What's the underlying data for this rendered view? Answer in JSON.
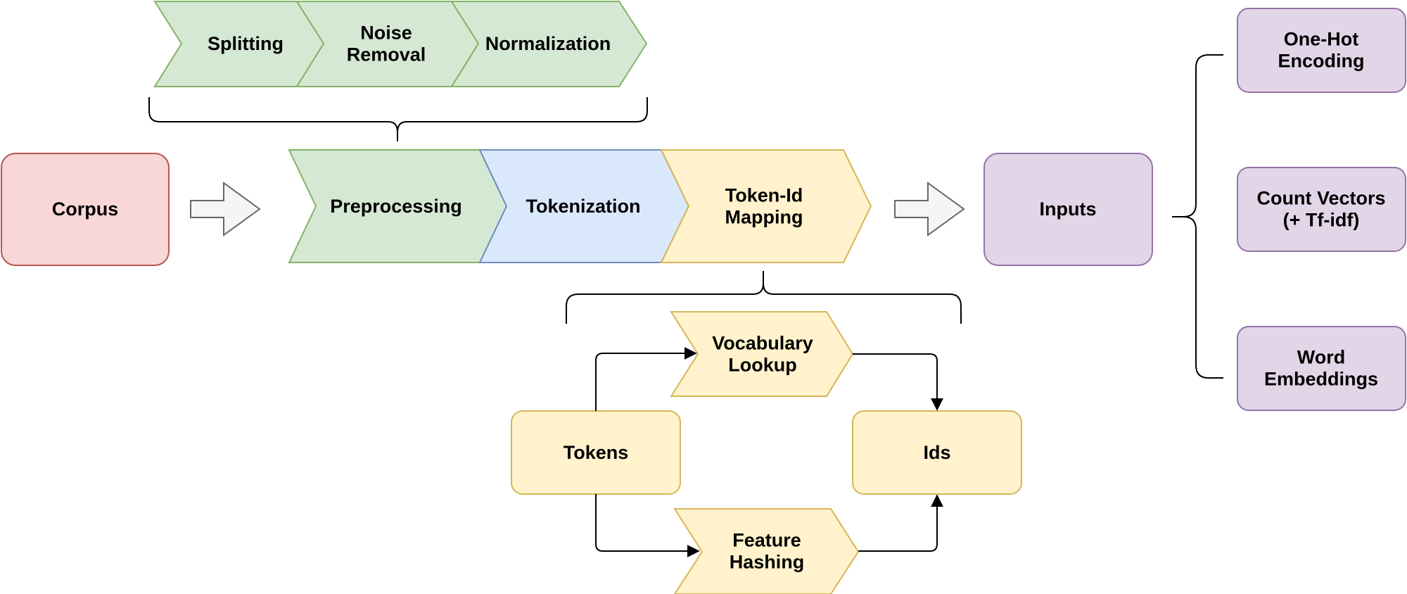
{
  "colors": {
    "red_fill": "#f8d7d6",
    "red_stroke": "#b85450",
    "green_fill": "#d5e8d4",
    "green_stroke": "#82b366",
    "blue_fill": "#dae8fc",
    "blue_stroke": "#6c8ebf",
    "yellow_fill": "#fff2cc",
    "yellow_stroke": "#d6b656",
    "purple_fill": "#e1d5e7",
    "purple_stroke": "#9673a6",
    "arrow_fill": "#f5f5f5",
    "arrow_stroke": "#666666"
  },
  "corpus": {
    "label": "Corpus"
  },
  "preprocessing_steps": {
    "splitting": [
      "Splitting"
    ],
    "noise_removal": [
      "Noise",
      "Removal"
    ],
    "normalization": [
      "Normalization"
    ]
  },
  "pipeline": {
    "preprocessing": [
      "Preprocessing"
    ],
    "tokenization": [
      "Tokenization"
    ],
    "token_id_mapping": [
      "Token-Id",
      "Mapping"
    ]
  },
  "mapping_detail": {
    "tokens": [
      "Tokens"
    ],
    "vocabulary_lookup": [
      "Vocabulary",
      "Lookup"
    ],
    "feature_hashing": [
      "Feature",
      "Hashing"
    ],
    "ids": [
      "Ids"
    ]
  },
  "inputs": {
    "label": "Inputs"
  },
  "input_types": {
    "one_hot": [
      "One-Hot",
      "Encoding"
    ],
    "count_vectors": [
      "Count Vectors",
      "(+ Tf-idf)"
    ],
    "word_embeddings": [
      "Word",
      "Embeddings"
    ]
  }
}
